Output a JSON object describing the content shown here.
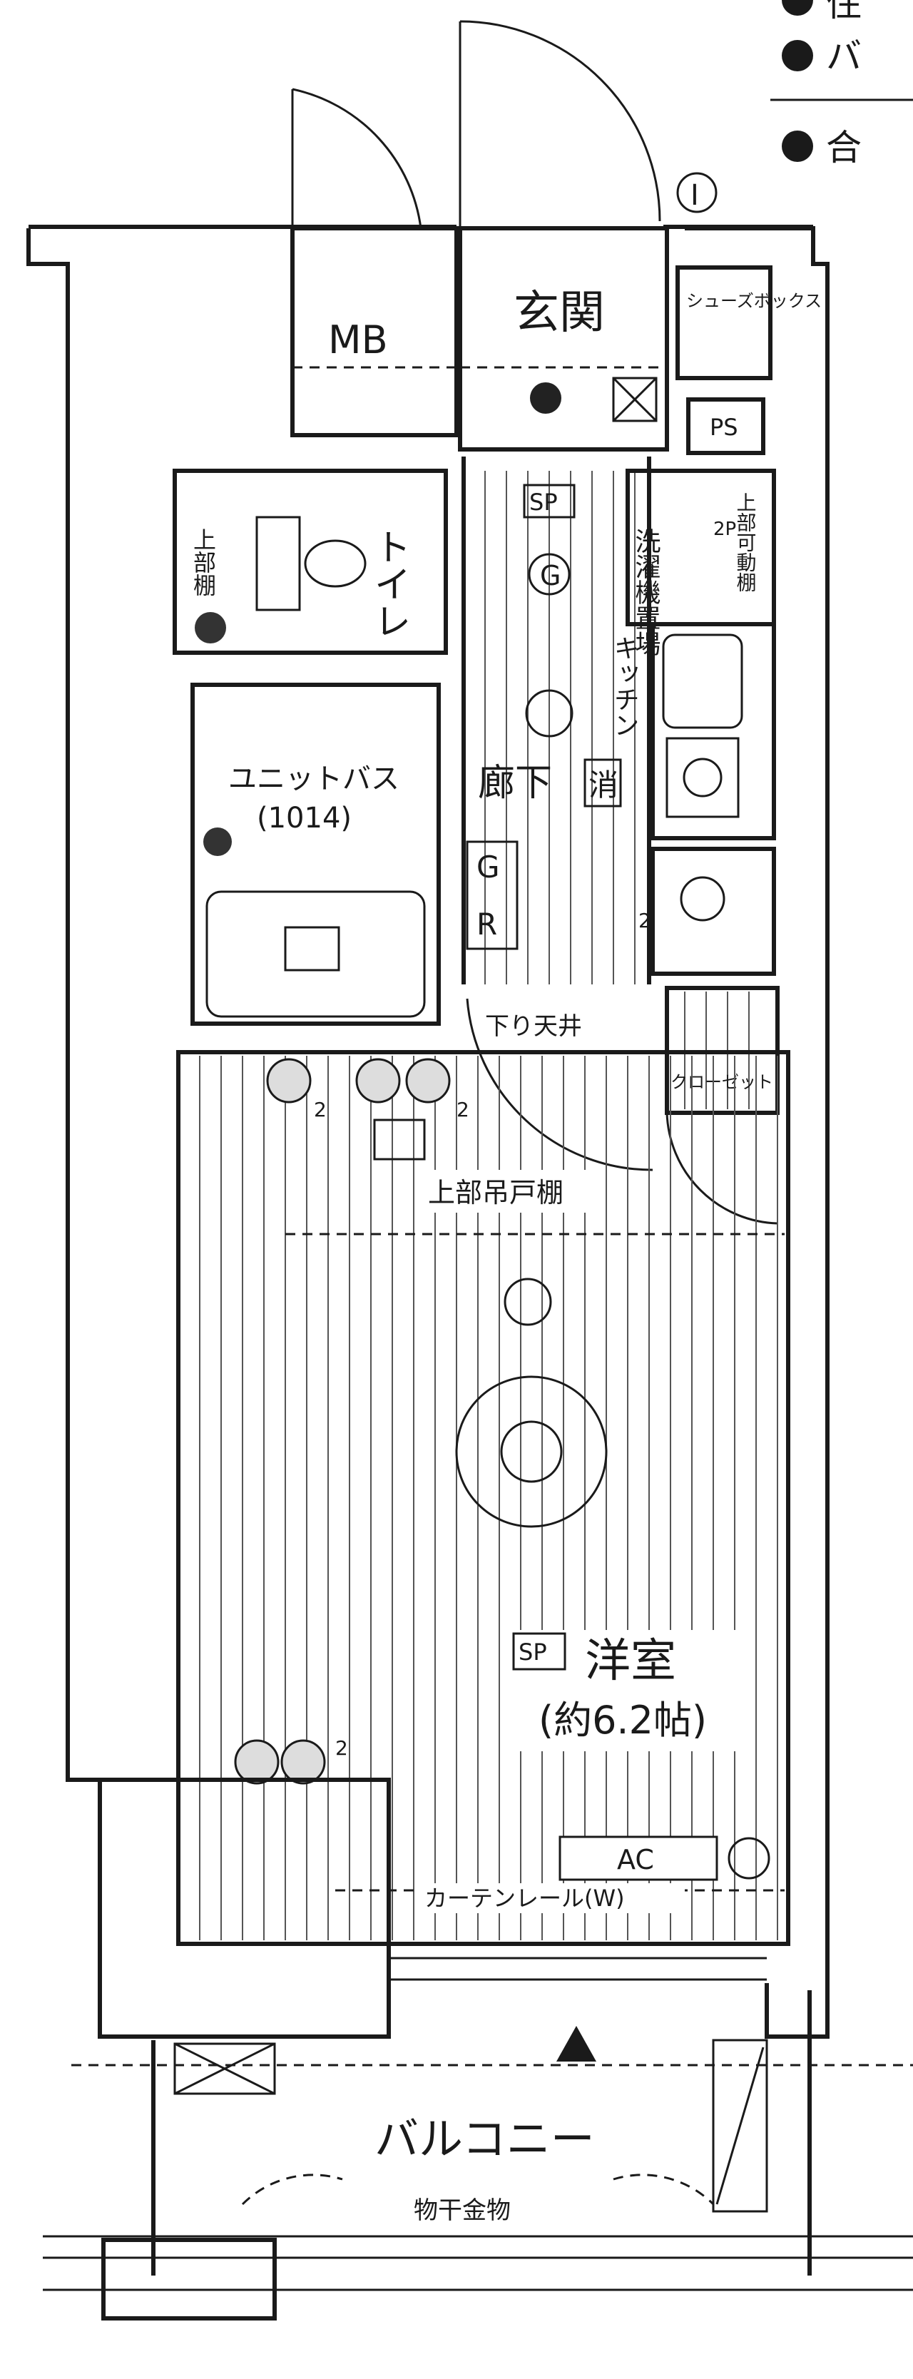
{
  "legend": {
    "item1": "住",
    "item2": "バ",
    "item3": "合"
  },
  "rooms": {
    "entrance": "玄関",
    "meter_box": "MB",
    "shoe_box": "シューズボックス",
    "pipe_space": "PS",
    "toilet": "トイレ",
    "upper_shelf_toilet": "上部棚",
    "unit_bath": "ユニットバス",
    "unit_bath_size": "(1014)",
    "corridor": "廊下",
    "kitchen": "キッチン",
    "washer_space": "洗濯機置場",
    "movable_shelf": "上部可動棚",
    "closet": "クローゼット",
    "lowered_ceiling": "下り天井",
    "upper_shelf": "上部吊戸棚",
    "western_room": "洋室",
    "western_room_size": "(約6.2帖)",
    "balcony": "バルコニー",
    "drying_rack": "物干金物",
    "curtain_rail": "カーテンレール(W)"
  },
  "markers": {
    "grid_mark": "I",
    "sp_hall": "SP",
    "sp_room": "SP",
    "gas": "G",
    "gr_g": "G",
    "gr_r": "R",
    "extinguisher": "消",
    "ac": "AC",
    "washer_2p": "2P",
    "outlet_2a": "2",
    "outlet_2b": "2",
    "outlet_2c": "2",
    "outlet_2d": "2"
  }
}
